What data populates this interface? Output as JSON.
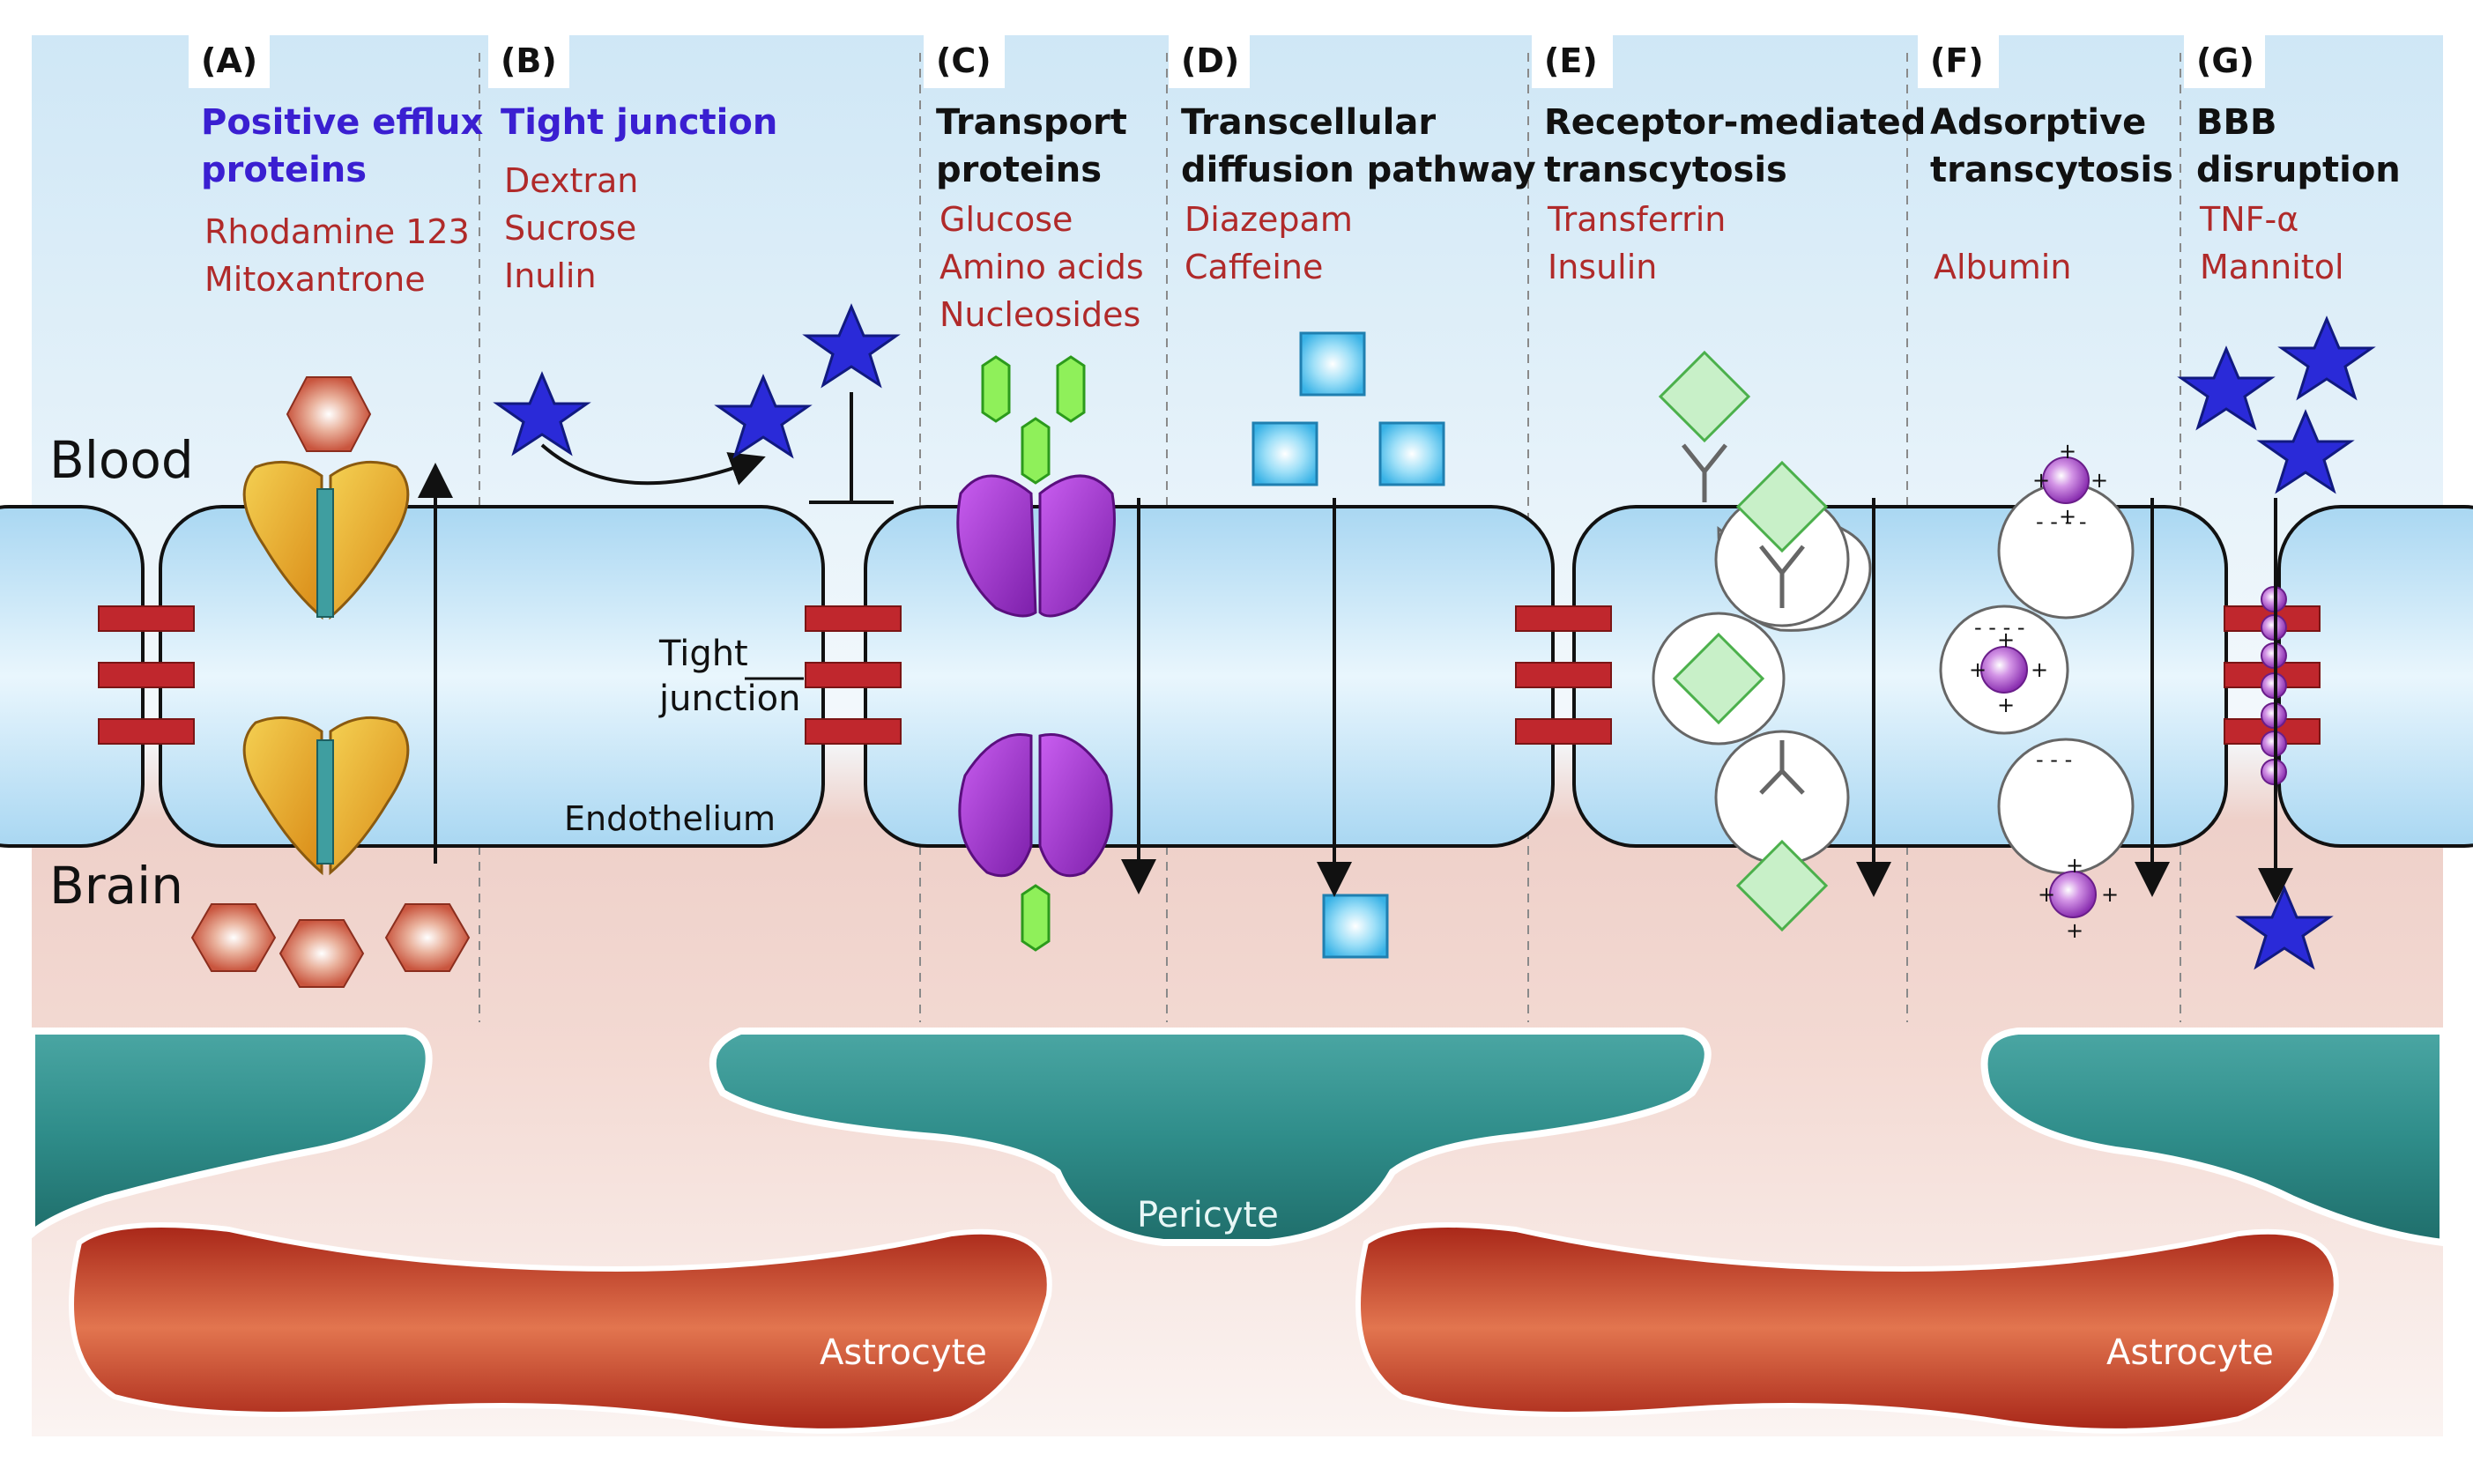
{
  "panels": [
    {
      "letter": "(A)",
      "title": [
        "Positive efflux",
        "proteins"
      ],
      "title_color": "#3a1fd1",
      "examples": [
        "Rhodamine 123",
        "Mitoxantrone"
      ]
    },
    {
      "letter": "(B)",
      "title": [
        "Tight junction"
      ],
      "title_color": "#3a1fd1",
      "examples": [
        "Dextran",
        "Sucrose",
        "Inulin"
      ]
    },
    {
      "letter": "(C)",
      "title": [
        "Transport",
        "proteins"
      ],
      "title_color": "#111111",
      "examples": [
        "Glucose",
        "Amino acids",
        "Nucleosides"
      ]
    },
    {
      "letter": "(D)",
      "title": [
        "Transcellular",
        "diffusion pathway"
      ],
      "title_color": "#111111",
      "examples": [
        "Diazepam",
        "Caffeine"
      ]
    },
    {
      "letter": "(E)",
      "title": [
        "Receptor-mediated",
        "transcytosis"
      ],
      "title_color": "#111111",
      "examples": [
        "Transferrin",
        "Insulin"
      ]
    },
    {
      "letter": "(F)",
      "title": [
        "Adsorptive",
        "transcytosis"
      ],
      "title_color": "#111111",
      "examples": [
        "Albumin"
      ]
    },
    {
      "letter": "(G)",
      "title": [
        "BBB",
        "disruption"
      ],
      "title_color": "#111111",
      "examples": [
        "TNF-α",
        "Mannitol"
      ]
    }
  ],
  "labels": {
    "blood": "Blood",
    "brain": "Brain",
    "tight_junction": [
      "Tight",
      "junction"
    ],
    "endothelium": "Endothelium",
    "pericyte": "Pericyte",
    "astrocyte_left": "Astrocyte",
    "astrocyte_right": "Astrocyte"
  },
  "colors": {
    "example_text": "#b02a2a",
    "blood_bg": "#d6ecf8",
    "brain_bg": "#f1d3cc",
    "cell": "#bfe2f6",
    "tight_junction": "#c0272d",
    "efflux_protein": "#e2a51c",
    "transport_protein": "#9a2ccf",
    "star": "#2a2ad8",
    "glucose": "#6fe036",
    "cube": "#5cc6f0",
    "diamond": "#c8f0c8",
    "charged_particle": "#b65ad0",
    "pericyte": "#2f8d8a",
    "astrocyte": "#c83626",
    "hexagon": "#c9553e"
  }
}
